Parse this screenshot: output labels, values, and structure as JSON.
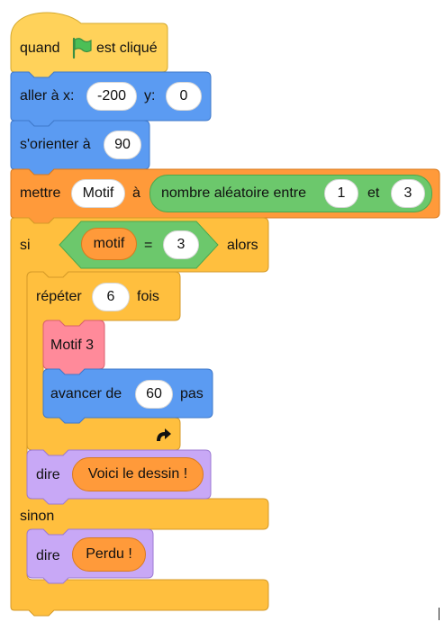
{
  "colors": {
    "events": "#FFD25A",
    "events_stroke": "#D4A92F",
    "motion": "#5B9BF2",
    "motion_stroke": "#3F78C9",
    "variables": "#FF9A3A",
    "variables_stroke": "#D97A1E",
    "control": "#FFBF3E",
    "control_stroke": "#D49A28",
    "operators": "#6CC86C",
    "operators_stroke": "#4CA84C",
    "looks": "#C8A8F6",
    "looks_stroke": "#9C7AD3",
    "custom": "#FF8A9A",
    "custom_stroke": "#D9606F",
    "flag_green": "#4CBF56"
  },
  "blocks": {
    "hat": {
      "prefix": "quand",
      "icon": "green-flag-icon",
      "suffix": "est cliqué"
    },
    "goto": {
      "label_x": "aller à x:",
      "x_value": "-200",
      "label_y": "y:",
      "y_value": "0"
    },
    "point": {
      "label": "s'orienter à",
      "value": "90"
    },
    "set_var": {
      "label": "mettre",
      "variable": "Motif",
      "to": "à",
      "random_label": "nombre aléatoire entre",
      "from_value": "1",
      "and_label": "et",
      "to_value": "3"
    },
    "if_else": {
      "if_label": "si",
      "then_label": "alors",
      "else_label": "sinon",
      "condition": {
        "left": "motif",
        "operator": "=",
        "right": "3"
      }
    },
    "repeat": {
      "label": "répéter",
      "times": "6",
      "suffix": "fois",
      "icon": "loop-arrow-icon"
    },
    "custom_call": {
      "label": "Motif 3"
    },
    "move": {
      "label": "avancer de",
      "steps": "60",
      "suffix": "pas"
    },
    "say_win": {
      "label": "dire",
      "message": "Voici le dessin !"
    },
    "say_lose": {
      "label": "dire",
      "message": "Perdu !"
    }
  }
}
